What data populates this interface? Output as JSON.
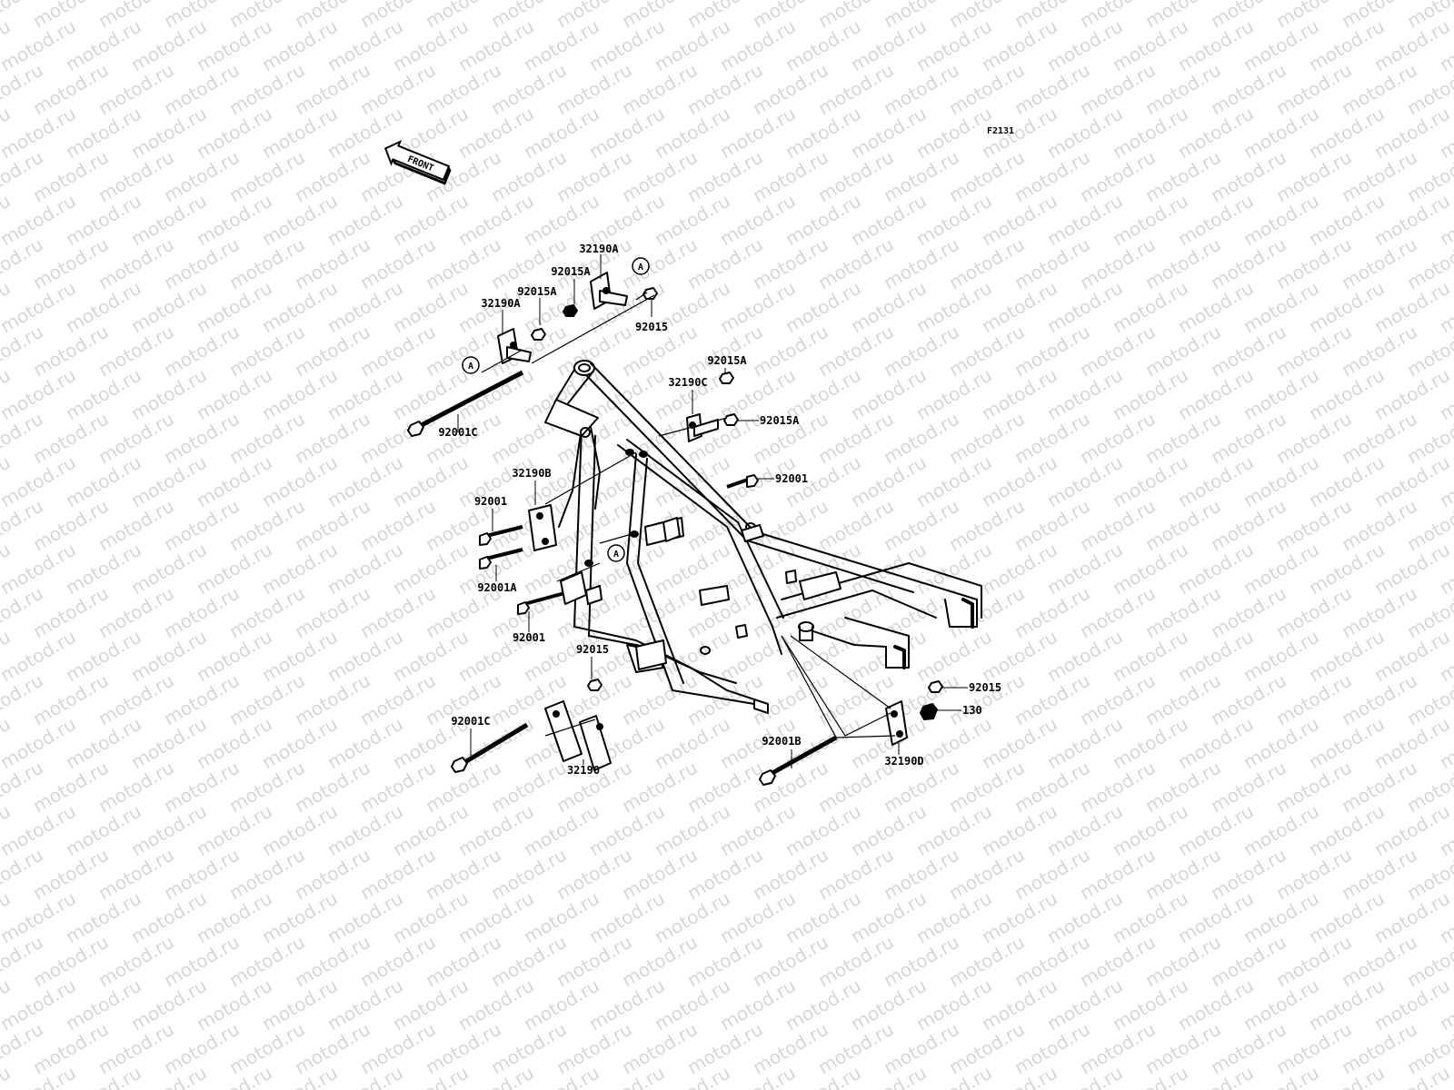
{
  "diagram": {
    "figure_code": "F2131",
    "front_label": "FRONT",
    "watermark": "motod.ru",
    "ref_marker": "A",
    "callouts": [
      {
        "id": "c1",
        "label": "32190A"
      },
      {
        "id": "c2",
        "label": "92015A"
      },
      {
        "id": "c3",
        "label": "92015A"
      },
      {
        "id": "c4",
        "label": "32190A"
      },
      {
        "id": "c5",
        "label": "92015"
      },
      {
        "id": "c6",
        "label": "92001C"
      },
      {
        "id": "c7",
        "label": "92015A"
      },
      {
        "id": "c8",
        "label": "32190C"
      },
      {
        "id": "c9",
        "label": "92015A"
      },
      {
        "id": "c10",
        "label": "92001"
      },
      {
        "id": "c11",
        "label": "32190B"
      },
      {
        "id": "c12",
        "label": "92001"
      },
      {
        "id": "c13",
        "label": "92001A"
      },
      {
        "id": "c14",
        "label": "92001"
      },
      {
        "id": "c15",
        "label": "92015"
      },
      {
        "id": "c16",
        "label": "92001C"
      },
      {
        "id": "c17",
        "label": "32190"
      },
      {
        "id": "c18",
        "label": "92015"
      },
      {
        "id": "c19",
        "label": "130"
      },
      {
        "id": "c20",
        "label": "92001B"
      },
      {
        "id": "c21",
        "label": "32190D"
      }
    ]
  }
}
